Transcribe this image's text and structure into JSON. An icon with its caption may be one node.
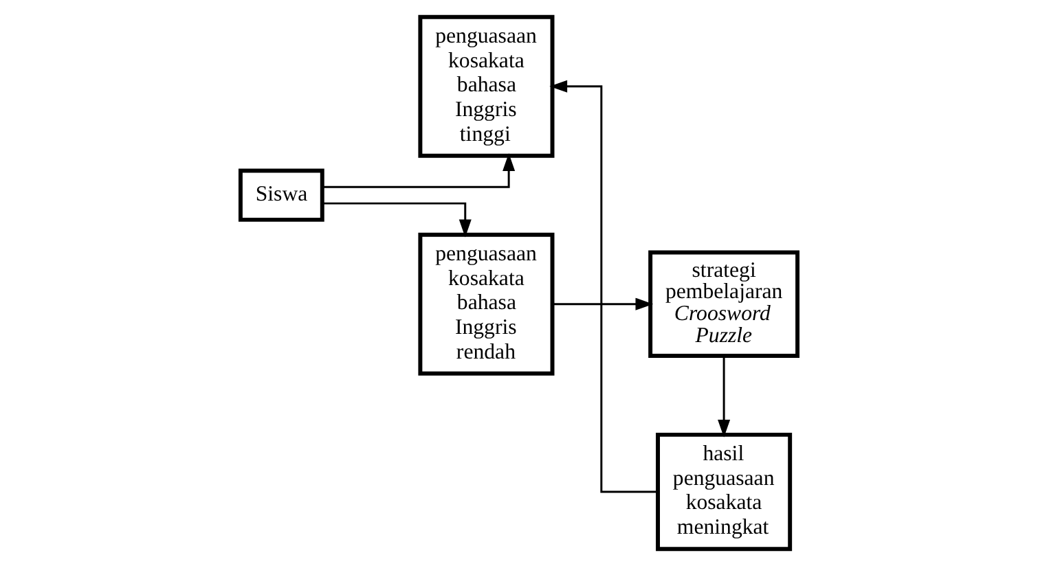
{
  "diagram": {
    "nodes": [
      {
        "text": [
          "Siswa"
        ]
      },
      {
        "text": [
          "penguasaan kosakata bahasa Inggris tinggi"
        ]
      },
      {
        "text": [
          "hasil penguasaan kosakata meningkat"
        ]
      },
      {
        "text": [
          "penguasaan kosakata bahasa Inggris rendah"
        ]
      },
      {
        "text": [
          "strategi pembelajaran *Croosword Puzzle*"
        ]
      }
    ],
    "edges": [
      {
        "from": 0,
        "to": 1,
        "arrow": "to"
      },
      {
        "from": 0,
        "to": 3,
        "arrow": "to"
      },
      {
        "from": 2,
        "to": 1,
        "arrow": "to"
      },
      {
        "from": 3,
        "to": 4,
        "arrow": "to"
      },
      {
        "from": 4,
        "to": 2,
        "arrow": "to"
      }
    ]
  }
}
